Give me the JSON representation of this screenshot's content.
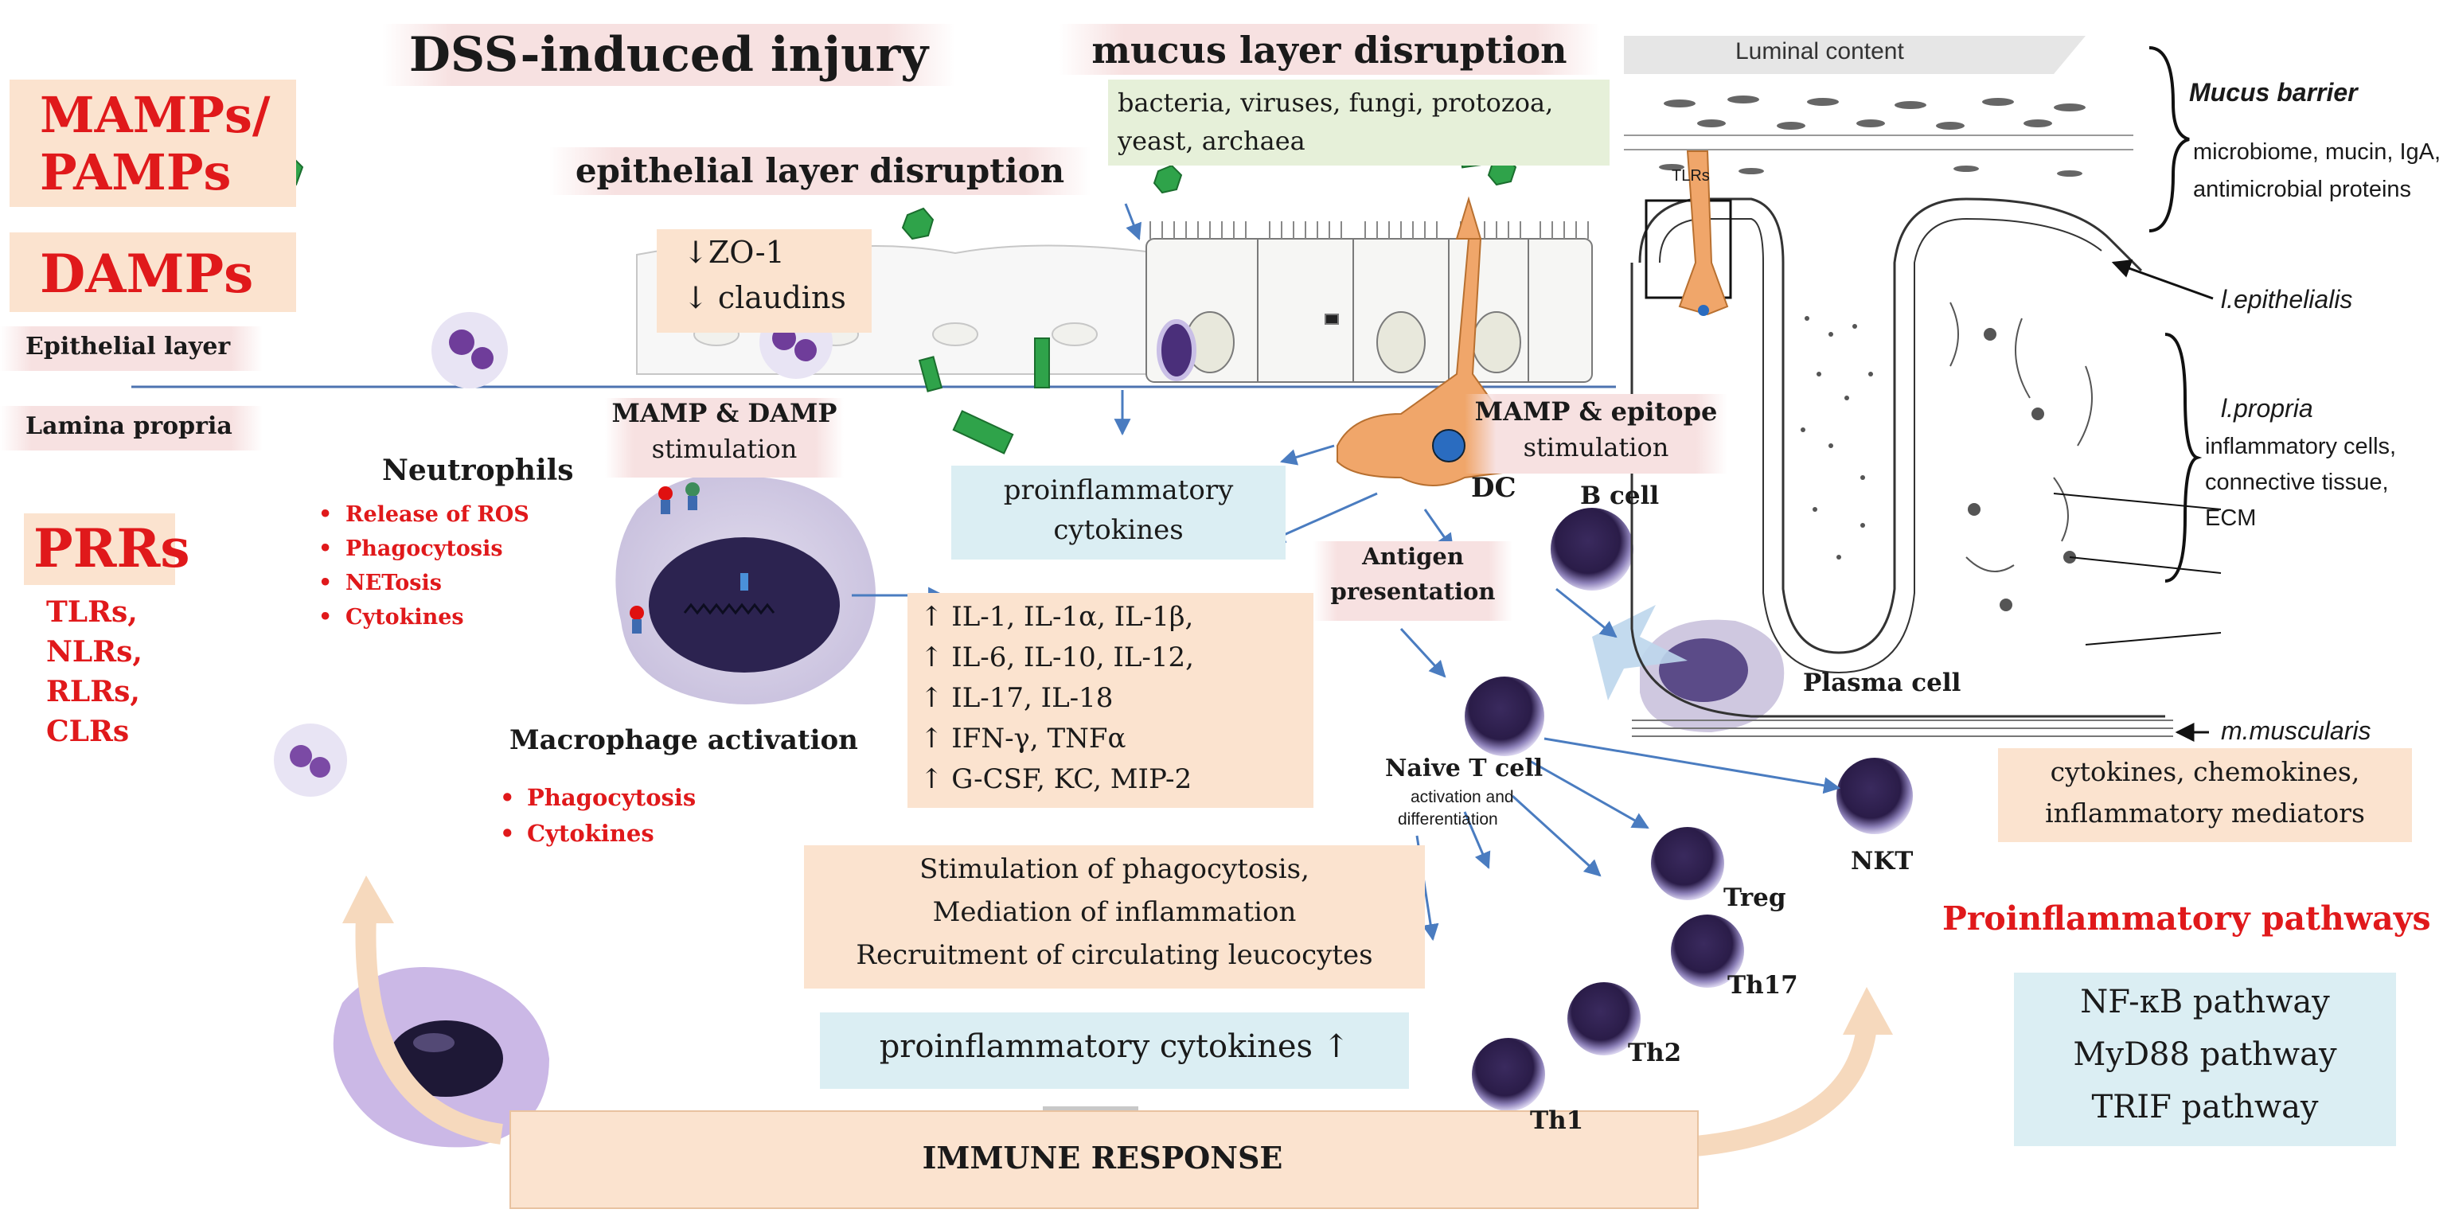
{
  "header": {
    "dss_title": "DSS-induced injury",
    "mucus_title": "mucus layer disruption",
    "epithelial_title": "epithelial layer disruption",
    "luminal": "Luminal content"
  },
  "left": {
    "mamps": [
      "MAMPs/",
      "PAMPs"
    ],
    "damps": "DAMPs",
    "epithelial_layer": "Epithelial layer",
    "lamina_propria": "Lamina propria",
    "prrs_title": "PRRs",
    "prrs": [
      "TLRs,",
      "NLRs,",
      "RLRs,",
      "CLRs"
    ]
  },
  "microbes": [
    "bacteria, viruses, fungi, protozoa,",
    "yeast, archaea"
  ],
  "tight_junction": [
    "↓ZO-1",
    "↓ claudins"
  ],
  "neutrophils": {
    "title": "Neutrophils",
    "items": [
      "Release of ROS",
      "Phagocytosis",
      "NETosis",
      "Cytokines"
    ]
  },
  "macrophage": {
    "title": "Macrophage activation",
    "items": [
      "Phagocytosis",
      "Cytokines"
    ]
  },
  "stim1": {
    "title": "MAMP & DAMP",
    "sub": "stimulation"
  },
  "stim2": {
    "title": "MAMP & epitope",
    "sub": "stimulation"
  },
  "proinflam_box": [
    "proinflammatory",
    "cytokines"
  ],
  "cytokine_list": [
    "↑ IL-1, IL-1α, IL-1β,",
    "↑ IL-6, IL-10, IL-12,",
    "↑ IL-17, IL-18",
    "↑ IFN-γ, TNFα",
    "↑ G-CSF,  KC, MIP-2"
  ],
  "effects": [
    "Stimulation of phagocytosis,",
    "Mediation of inflammation",
    "Recruitment of circulating leucocytes"
  ],
  "cytokines_up": "proinflammatory cytokines ↑",
  "immune_response": "IMMUNE RESPONSE",
  "cells": {
    "dc": "DC",
    "antigen": [
      "Antigen",
      "presentation"
    ],
    "b_cell": "B cell",
    "plasma_cell": "Plasma cell",
    "naive_t": "Naive T cell",
    "activation": [
      "activation and",
      "differentiation"
    ],
    "nkt": "NKT",
    "treg": "Treg",
    "th17": "Th17",
    "th2": "Th2",
    "th1": "Th1"
  },
  "right": {
    "mediators": [
      "cytokines, chemokines,",
      "inflammatory mediators"
    ],
    "pathways_title": "Proinflammatory pathways",
    "pathways": [
      "NF-κB pathway",
      "MyD88 pathway",
      "TRIF pathway"
    ]
  },
  "intestine": {
    "tlrs": "TLRs",
    "mucus_barrier": "Mucus barrier",
    "mucus_desc": [
      "microbiome, mucin, IgA,",
      "antimicrobial proteins"
    ],
    "epithelialis": "l.epithelialis",
    "propria": "l.propria",
    "propria_desc": [
      "inflammatory cells,",
      "connective tissue,",
      "ECM"
    ],
    "muscularis": "m.muscularis"
  }
}
